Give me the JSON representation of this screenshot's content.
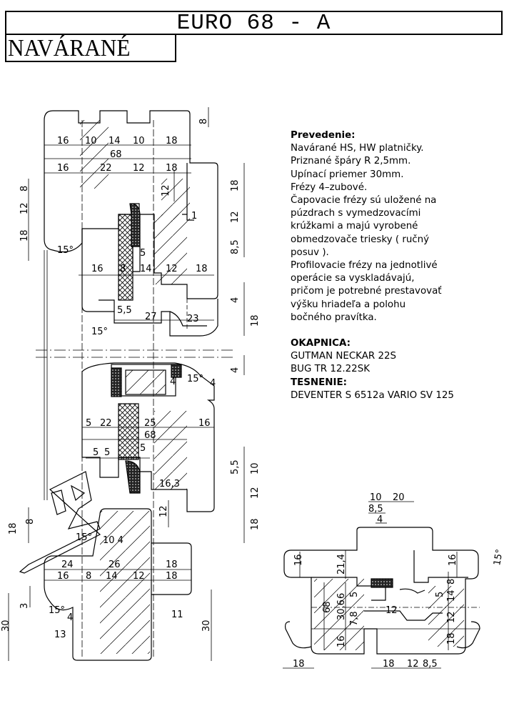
{
  "header": {
    "title": "EURO 68 - A",
    "subtitle": "NAVÁRANÉ"
  },
  "notes": {
    "prevedenie_title": "Prevedenie:",
    "prevedenie_lines": [
      "Navárané HS, HW platničky.",
      "Priznané špáry R 2,5mm.",
      "Upínací priemer 30mm.",
      "Frézy 4–zubové.",
      "Čapovacie frézy sú uložené na",
      "púzdrach s vymedzovacími",
      "krúžkami a majú vyrobené",
      "obmedzovače triesky ( ručný",
      "posuv ).",
      "Profilovacie frézy na jednotlivé",
      "operácie sa vyskladávajú,",
      "pričom je potrebné prestavovať",
      "výšku hriadeľa a polohu",
      "bočného pravítka."
    ],
    "okapnica_title": "OKAPNICA:",
    "okapnica_lines": [
      "GUTMAN NECKAR 22S",
      "BUG    TR 12.22SK"
    ],
    "tesnenie_title": "TESNENIE:",
    "tesnenie_lines": [
      "DEVENTER S 6512a VARIO SV 125"
    ]
  },
  "dims": {
    "top_sash": {
      "row1": [
        "16",
        "10",
        "14",
        "10",
        "18"
      ],
      "total": "68",
      "row2": [
        "16",
        "22",
        "12",
        "18"
      ],
      "right_top": "8",
      "left_v": [
        "8",
        "12",
        "18"
      ],
      "right_v": [
        "18",
        "12",
        "8,5"
      ],
      "mid12": "12",
      "one": "1",
      "five": "5",
      "row3": [
        "16",
        "8",
        "14",
        "12",
        "18"
      ],
      "four": "4",
      "row4": [
        "5,5",
        "27",
        "23"
      ],
      "right18": "18",
      "angle1": "15°",
      "angle2": "15°"
    },
    "bottom_frame": {
      "four_top": "4",
      "four_a": "4",
      "four_b": "4",
      "angle3": "15°",
      "row1": [
        "5",
        "22",
        "25",
        "16"
      ],
      "total": "68",
      "row2": [
        "5",
        "5",
        "5"
      ],
      "right_v": [
        "5,5",
        "10",
        "12",
        "18"
      ],
      "sixteen3": "16,3",
      "twelve": "12",
      "left_v": [
        "8",
        "18"
      ],
      "ten4": "10 4",
      "angle4": "15°",
      "row3": [
        "24",
        "26",
        "18"
      ],
      "row4": [
        "16",
        "8",
        "14",
        "12",
        "18"
      ],
      "three": "3",
      "thirty_l": "30",
      "angle5": "15°",
      "four_c": "4",
      "eleven": "11",
      "thirteen": "13",
      "thirty_r": "30"
    },
    "section": {
      "top": [
        "10",
        "20"
      ],
      "t85": "8,5",
      "t4": "4",
      "v16l": "16",
      "v214": "21,4",
      "v16r": "16",
      "angle": "15°",
      "v68": "68",
      "v306": "30,6",
      "v5a": "5",
      "v6": "6",
      "v5b": "5",
      "v78": "7,8",
      "v12": "12",
      "v14": "14",
      "v8": "8",
      "v12b": "12",
      "v16b": "16",
      "v18": "18",
      "bottom": [
        "18",
        "12",
        "8,5"
      ],
      "bottom_l": "18"
    }
  }
}
